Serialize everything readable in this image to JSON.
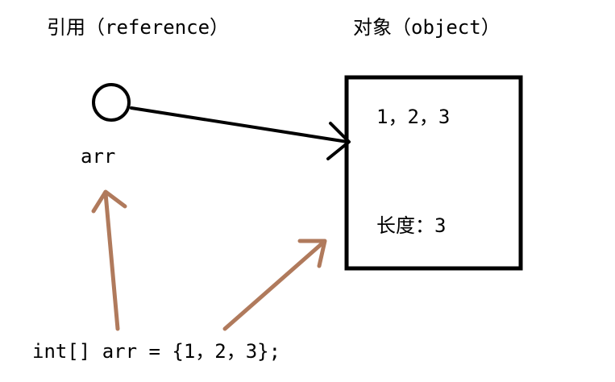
{
  "titles": {
    "reference": "引用（reference）",
    "object": "对象（object）"
  },
  "reference_var": {
    "name": "arr"
  },
  "object_box": {
    "values": "1，2，3",
    "length": "长度：3"
  },
  "code": {
    "line": "int[] arr = {1，2，3};"
  },
  "colors": {
    "ink": "#000000",
    "annotation_arrow": "#b07a5c",
    "background": "#ffffff"
  }
}
